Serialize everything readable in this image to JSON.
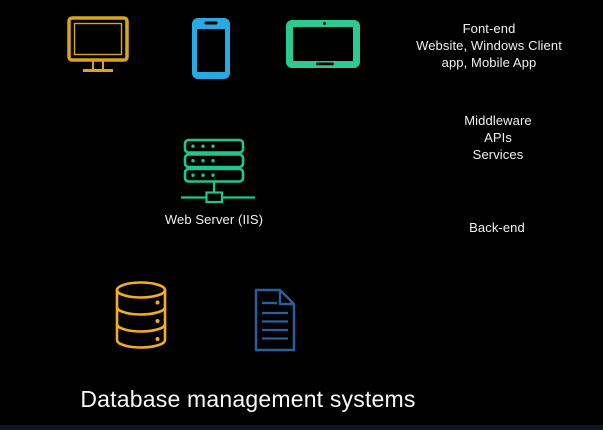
{
  "scene": {
    "background": "#000000",
    "bottom_strip_color": "#0d1526",
    "text_color": "#F1F1F1"
  },
  "frontend": {
    "lines": [
      "Font-end",
      "Website, Windows Client",
      "app, Mobile App"
    ]
  },
  "middleware": {
    "lines": [
      "Middleware",
      "APIs",
      "Services"
    ]
  },
  "backend": {
    "label": "Back-end"
  },
  "web_server": {
    "label": "Web Server (IIS)"
  },
  "title": {
    "label": "Database management systems"
  },
  "icons": {
    "monitor": {
      "name": "desktop-monitor-icon",
      "color": "#D9A41F"
    },
    "phone": {
      "name": "smartphone-icon",
      "color": "#29A9E1"
    },
    "tablet": {
      "name": "tablet-icon",
      "color": "#2BCA92"
    },
    "server": {
      "name": "web-server-network-icon",
      "color": "#1EC78E"
    },
    "database": {
      "name": "database-cylinder-icon",
      "color": "#F2AE1C"
    },
    "document": {
      "name": "document-file-icon",
      "color": "#2A5F9F"
    }
  }
}
